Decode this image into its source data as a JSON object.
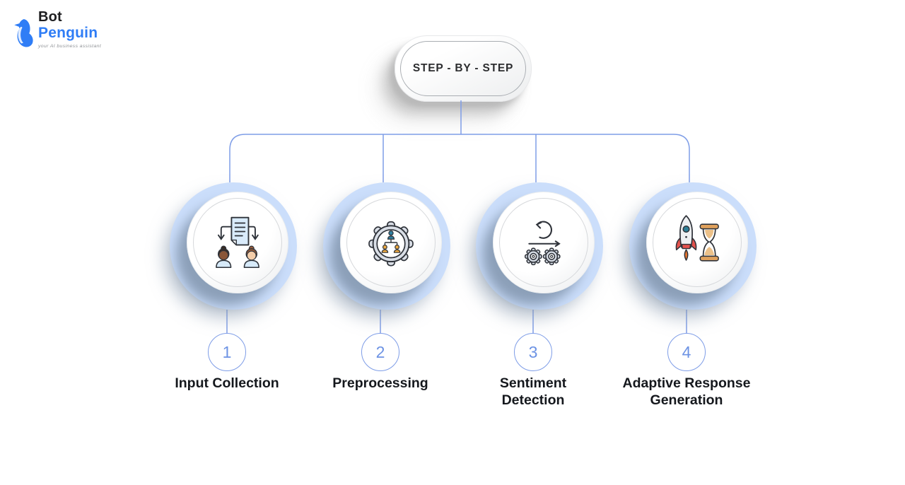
{
  "logo": {
    "brand_line1": "Bot",
    "brand_line2": "Penguin",
    "tagline": "your AI business assistant"
  },
  "banner": {
    "title": "STEP - BY - STEP"
  },
  "steps": [
    {
      "number": "1",
      "label": "Input Collection",
      "icon": "document-distribution-icon"
    },
    {
      "number": "2",
      "label": "Preprocessing",
      "icon": "gear-team-icon"
    },
    {
      "number": "3",
      "label": "Sentiment\nDetection",
      "icon": "iteration-loop-gears-icon"
    },
    {
      "number": "4",
      "label": "Adaptive Response\nGeneration",
      "icon": "rocket-hourglass-icon"
    }
  ],
  "colors": {
    "brand_blue": "#2f7df6",
    "ring_blue": "#cbdefb",
    "connector_blue": "#7e9de7",
    "number_blue": "#6d93e4",
    "label_dark": "#15181d"
  }
}
